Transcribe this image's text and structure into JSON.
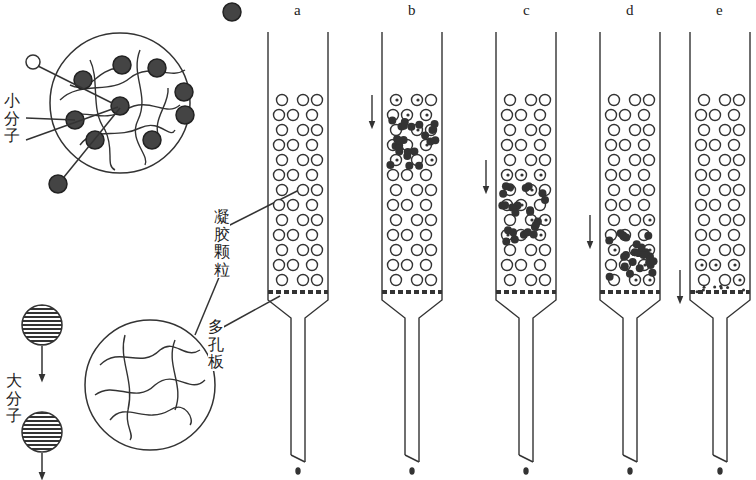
{
  "diagram": {
    "labels": [
      "小分子",
      "凝胶颗粒",
      "大分子",
      "多孔板",
      "a",
      "b",
      "c",
      "d",
      "e"
    ]
  }
}
